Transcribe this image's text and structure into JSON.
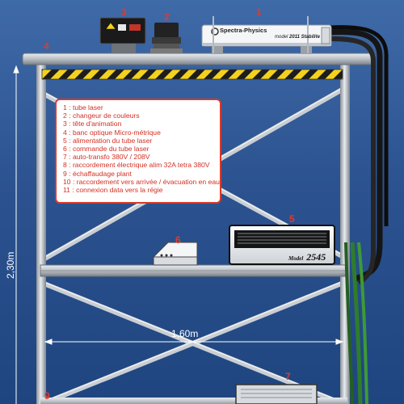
{
  "callouts": {
    "n1": "1",
    "n2": "2",
    "n3": "3",
    "n4": "4",
    "n5": "5",
    "n6": "6",
    "n7": "7",
    "n9": "9"
  },
  "legend": {
    "items": [
      "1   : tube laser",
      "2   : changeur de couleurs",
      "3   : tête d'animation",
      "4   : banc optique Micro-métrique",
      "5   : alimentation du tube laser",
      "6   : commande du tube laser",
      "7   : auto-transfo 380V / 208V",
      "8   : raccordement électrique alim 32A tetra 380V",
      "9   : échaffaudage plant",
      "10 : raccordement vers arrivée / évacuation en eau",
      "11 : connexion data vers la régie"
    ]
  },
  "dimensions": {
    "height": "2,30m",
    "width": "1,60m"
  },
  "devices": {
    "laser_brand": "Spectra-Physics",
    "laser_model": "2011 Stabilite",
    "laser_model_prefix": "model",
    "psu_model_prefix": "Model",
    "psu_model_number": "2545"
  },
  "colors": {
    "callout": "#e23a2a",
    "background": "#2c5390",
    "hazard_yellow": "#f4d21b"
  }
}
